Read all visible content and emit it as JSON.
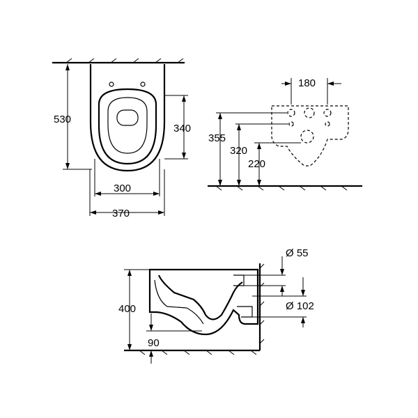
{
  "top_view": {
    "dim_overall_length": "530",
    "dim_seat_length": "340",
    "dim_inner_width": "300",
    "dim_overall_width": "370"
  },
  "rear_view": {
    "dim_bolt_spacing": "180",
    "dim_height_355": "355",
    "dim_height_320": "320",
    "dim_height_220": "220"
  },
  "side_view": {
    "dim_height_400": "400",
    "dim_offset_90": "90",
    "dim_inlet_diameter": "Ø 55",
    "dim_outlet_diameter": "Ø 102"
  }
}
